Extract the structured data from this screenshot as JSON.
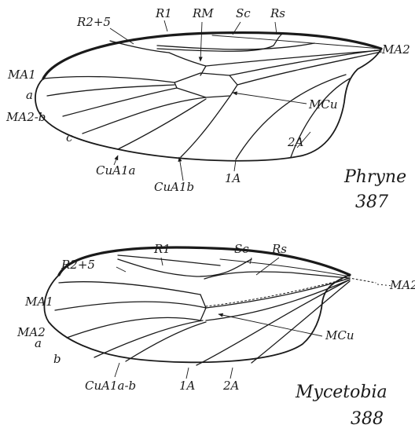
{
  "figures": [
    {
      "genus": "Phryne",
      "number": "387",
      "labels": {
        "r25": "R2+5",
        "r1": "R1",
        "rm": "RM",
        "sc": "Sc",
        "rs": "Rs",
        "ma2_tip": "MA2",
        "ma1": "MA1",
        "a": "a",
        "ma2b": "MA2-b",
        "c": "c",
        "mcu": "MCu",
        "a2": "2A",
        "cua1a": "CuA1a",
        "cua1b": "CuA1b",
        "a1": "1A"
      }
    },
    {
      "genus": "Mycetobia",
      "number": "388",
      "labels": {
        "r25": "R2+5",
        "r1": "R1",
        "sc": "Sc",
        "rs": "Rs",
        "ma2_tip": "MA2",
        "ma1": "MA1",
        "ma2": "MA2",
        "a": "a",
        "b": "b",
        "mcu": "MCu",
        "cua1ab": "CuA1a-b",
        "a1": "1A",
        "a2": "2A"
      }
    }
  ]
}
